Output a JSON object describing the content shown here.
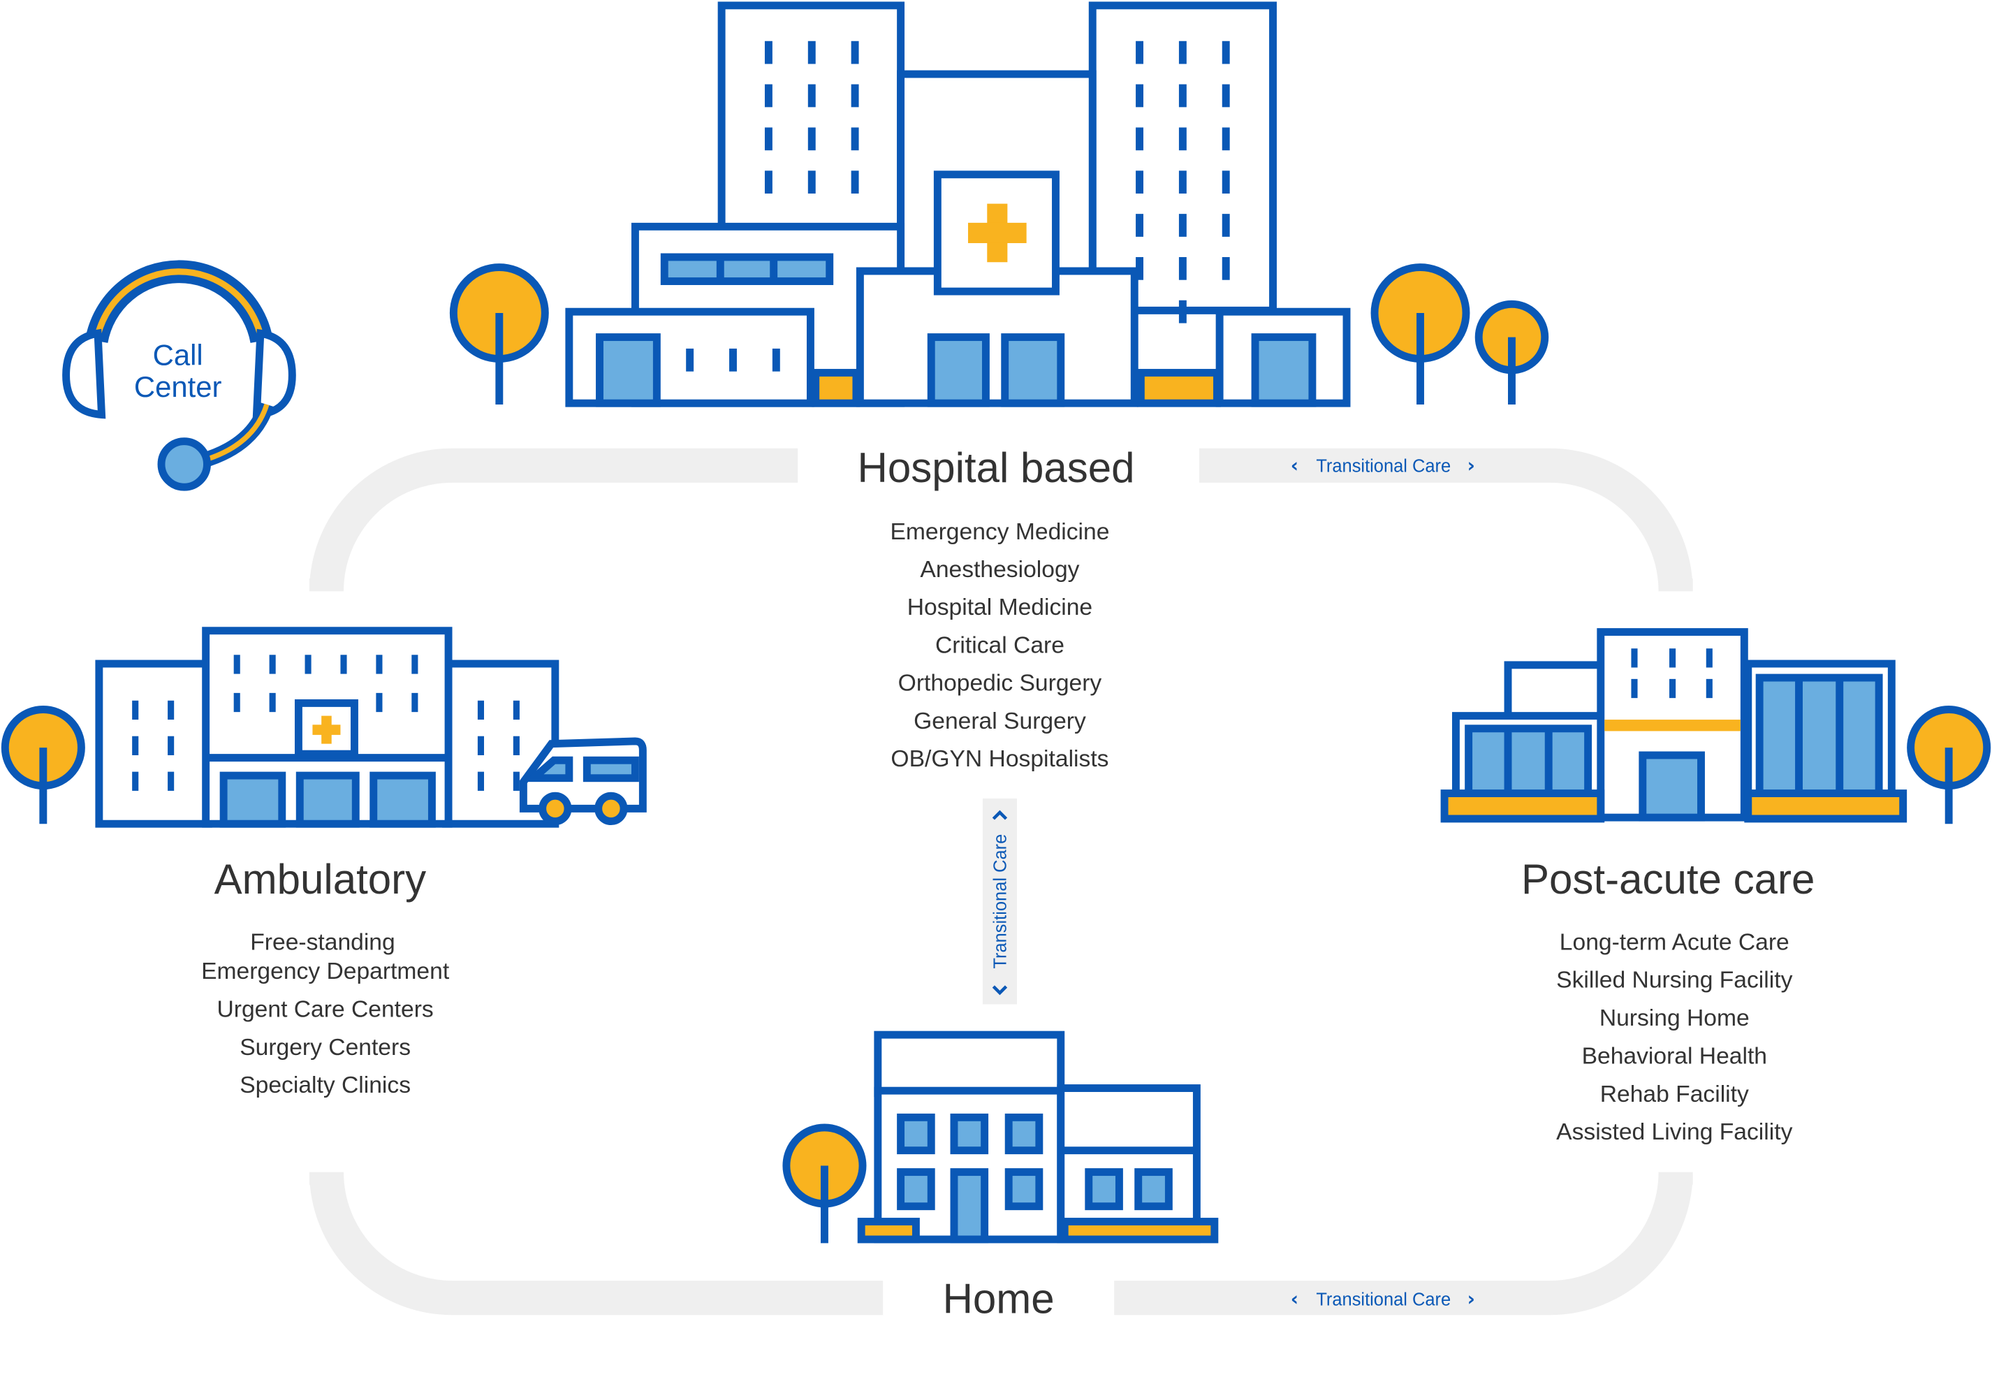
{
  "colors": {
    "blue": "#0A58B6",
    "light_blue": "#6AAEE0",
    "yellow": "#F9B31F",
    "track": "#EFEFEF",
    "text": "#333333"
  },
  "call_center": {
    "line1": "Call",
    "line2": "Center",
    "icon": "headset-icon"
  },
  "hospital": {
    "title": "Hospital based",
    "items": [
      "Emergency Medicine",
      "Anesthesiology",
      "Hospital Medicine",
      "Critical Care",
      "Orthopedic Surgery",
      "General Surgery",
      "OB/GYN Hospitalists"
    ]
  },
  "ambulatory": {
    "title": "Ambulatory",
    "item0_line1": "Free-standing",
    "item0_line2": "Emergency Department",
    "items": [
      "Urgent Care Centers",
      "Surgery Centers",
      "Specialty Clinics"
    ]
  },
  "post_acute": {
    "title": "Post-acute care",
    "items": [
      "Long-term Acute Care",
      "Skilled Nursing Facility",
      "Nursing Home",
      "Behavioral Health",
      "Rehab Facility",
      "Assisted Living Facility"
    ]
  },
  "home": {
    "title": "Home"
  },
  "transitional": {
    "top": "Transitional Care",
    "middle": "Transitional Care",
    "bottom": "Transitional Care"
  }
}
